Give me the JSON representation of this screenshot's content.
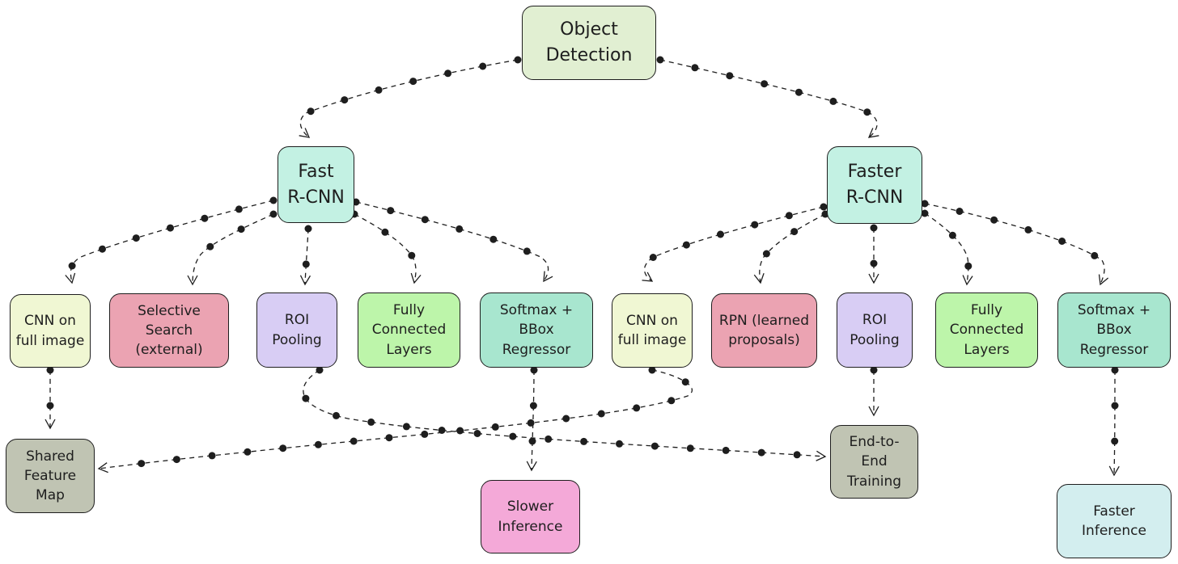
{
  "diagram": {
    "nodes": {
      "root": {
        "label": "Object\nDetection"
      },
      "fast": {
        "label": "Fast\nR-CNN"
      },
      "faster": {
        "label": "Faster\nR-CNN"
      },
      "cnn1": {
        "label": "CNN on\nfull image"
      },
      "ss": {
        "label": "Selective\nSearch\n(external)"
      },
      "roi1": {
        "label": "ROI\nPooling"
      },
      "fc1": {
        "label": "Fully\nConnected\nLayers"
      },
      "sm1": {
        "label": "Softmax +\nBBox\nRegressor"
      },
      "cnn2": {
        "label": "CNN on\nfull image"
      },
      "rpn": {
        "label": "RPN (learned\nproposals)"
      },
      "roi2": {
        "label": "ROI\nPooling"
      },
      "fc2": {
        "label": "Fully\nConnected\nLayers"
      },
      "sm2": {
        "label": "Softmax +\nBBox\nRegressor"
      },
      "shared": {
        "label": "Shared\nFeature\nMap"
      },
      "e2e": {
        "label": "End-to-\nEnd\nTraining"
      },
      "slow": {
        "label": "Slower\nInference"
      },
      "fasti": {
        "label": "Faster\nInference"
      }
    },
    "edges": [
      {
        "from": "root",
        "to": "fast"
      },
      {
        "from": "root",
        "to": "faster"
      },
      {
        "from": "fast",
        "to": "cnn1"
      },
      {
        "from": "fast",
        "to": "ss"
      },
      {
        "from": "fast",
        "to": "roi1"
      },
      {
        "from": "fast",
        "to": "fc1"
      },
      {
        "from": "fast",
        "to": "sm1"
      },
      {
        "from": "faster",
        "to": "cnn2"
      },
      {
        "from": "faster",
        "to": "rpn"
      },
      {
        "from": "faster",
        "to": "roi2"
      },
      {
        "from": "faster",
        "to": "fc2"
      },
      {
        "from": "faster",
        "to": "sm2"
      },
      {
        "from": "cnn1",
        "to": "shared"
      },
      {
        "from": "cnn2",
        "to": "shared"
      },
      {
        "from": "roi1",
        "to": "e2e"
      },
      {
        "from": "sm1",
        "to": "slow"
      },
      {
        "from": "roi2",
        "to": "e2e"
      },
      {
        "from": "sm2",
        "to": "fasti"
      }
    ],
    "colors": {
      "stroke": "#1e1e1e",
      "root": "#e1efd2",
      "model": "#c3f1e3",
      "cnn": "#f0f7d3",
      "proposals": "#eba3b2",
      "roi": "#d8cdf4",
      "fully_connected": "#bdf5aa",
      "softmax": "#a8e6cf",
      "result_gray": "#c0c4b3",
      "slower": "#f4a9d8",
      "faster_inference": "#d3eeef"
    }
  }
}
